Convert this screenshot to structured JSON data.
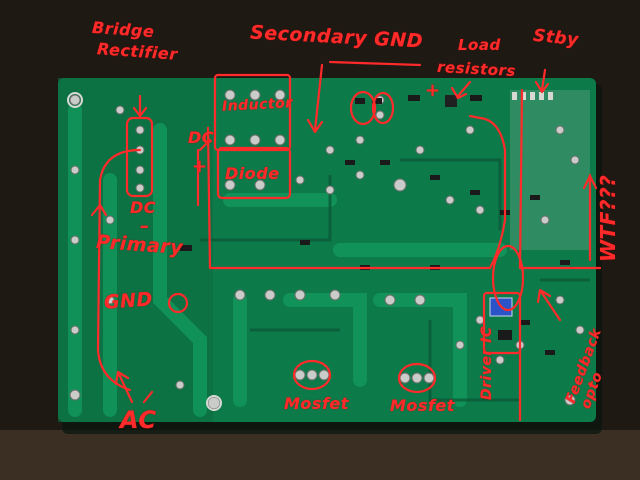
{
  "colors": {
    "background": "#201a14",
    "pcb": "#0d7a4a",
    "pcb_dark": "#0a5a36",
    "trace": "#0f8f56",
    "pad": "#c9ccc8",
    "annotation": "#ff2a2a"
  },
  "annotations": {
    "bridge_rectifier": [
      "Bridge",
      "Rectifier"
    ],
    "secondary_gnd": "Secondary GND",
    "load_resistors": [
      "Load",
      "resistors"
    ],
    "stby": "Stby",
    "inductor": "Inductor",
    "diode": "Diode",
    "dc_top": "DC",
    "dc_plus": "+",
    "dc_left": "DC",
    "dc_minus": "–",
    "plus_sec": "+",
    "primary_gnd": [
      "Primary",
      "GND"
    ],
    "ac": "AC",
    "mosfet_left": "Mosfet",
    "mosfet_right": "Mosfet",
    "driver_ic": "Driver IC",
    "feedback_opto": [
      "Feedback",
      "opto"
    ],
    "wtf": "WTF???"
  }
}
